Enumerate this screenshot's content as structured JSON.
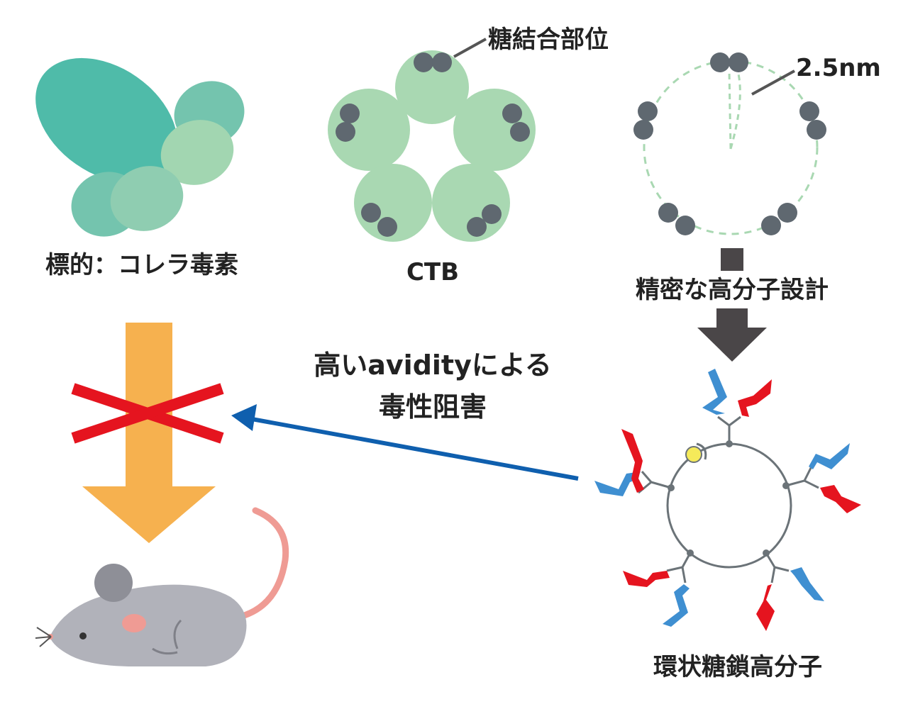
{
  "labels": {
    "target": "標的：コレラ毒素",
    "ctb": "CTB",
    "binding_site": "糖結合部位",
    "distance": "2.5nm",
    "design": "精密な高分子設計",
    "polymer": "環状糖鎖高分子",
    "avidity_line1": "高いavidityによる",
    "avidity_line2": "毒性阻害"
  },
  "colors": {
    "toxin_main": "#4fbba9",
    "toxin_sub": "#7cc6b1",
    "ctb_subunit": "#a9d8b2",
    "site_dot": "#5f6870",
    "orange_arrow": "#f6b14f",
    "red_cross": "#e5141f",
    "blue_arrow": "#0f5fae",
    "dark_arrow": "#4a4648",
    "sugar_red": "#e5141f",
    "sugar_blue": "#3f8fd1",
    "ring_line": "#6b7378",
    "mouse_body": "#b1b2ba",
    "mouse_tail": "#ef9b94"
  }
}
